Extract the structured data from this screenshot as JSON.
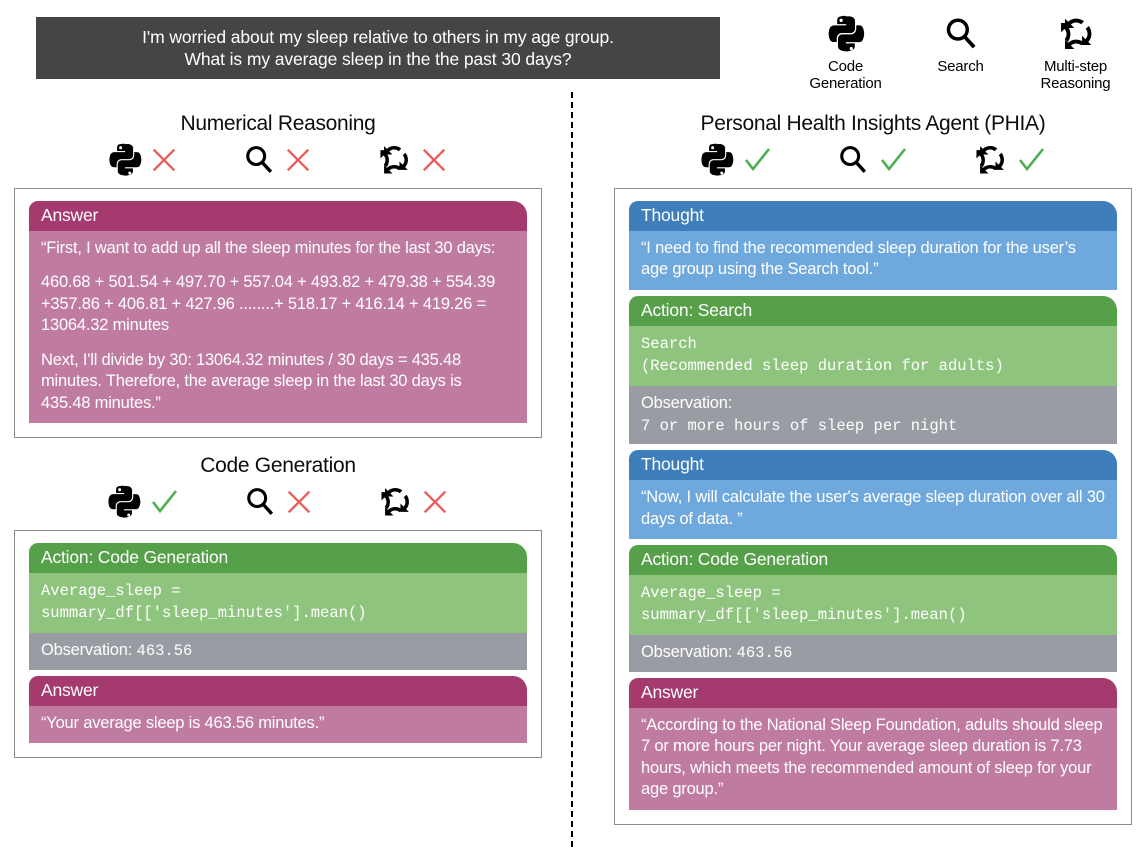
{
  "question": {
    "line1": "I'm worried about my sleep relative to others in my age group.",
    "line2": "What is my average sleep in the the past 30 days?"
  },
  "tool_legend": [
    {
      "icon": "python-icon",
      "label_line1": "Code",
      "label_line2": "Generation"
    },
    {
      "icon": "search-icon",
      "label_line1": "Search",
      "label_line2": ""
    },
    {
      "icon": "multistep-reasoning-icon",
      "label_line1": "Multi-step",
      "label_line2": "Reasoning"
    }
  ],
  "colors": {
    "banner": "#454545",
    "answer_header": "#a43a6e",
    "answer_body": "#c07ba0",
    "thought_header": "#3d7ebb",
    "thought_body": "#6fa8dc",
    "action_header": "#57a04a",
    "action_body": "#8fc47e",
    "observation": "#9a9ca3",
    "check": "#4caf50",
    "cross": "#e8615f"
  },
  "left_column": {
    "numerical_reasoning": {
      "title": "Numerical Reasoning",
      "capabilities": [
        {
          "icon": "python-icon",
          "mark": "cross"
        },
        {
          "icon": "search-icon",
          "mark": "cross"
        },
        {
          "icon": "multistep-reasoning-icon",
          "mark": "cross"
        }
      ],
      "answer": {
        "header": "Answer",
        "para1": "“First, I want to add up all the sleep minutes for the last 30 days:",
        "para2": "460.68 + 501.54 + 497.70 + 557.04 + 493.82 + 479.38 + 554.39 +357.86 + 406.81 + 427.96 ........+ 518.17 + 416.14 + 419.26 = 13064.32 minutes",
        "para3": "Next, I'll divide by 30: 13064.32 minutes / 30 days = 435.48 minutes. Therefore, the average sleep in the last 30 days is 435.48 minutes.”"
      }
    },
    "code_generation": {
      "title": "Code Generation",
      "capabilities": [
        {
          "icon": "python-icon",
          "mark": "check"
        },
        {
          "icon": "search-icon",
          "mark": "cross"
        },
        {
          "icon": "multistep-reasoning-icon",
          "mark": "cross"
        }
      ],
      "action": {
        "header": "Action: Code Generation",
        "code_line1": "Average_sleep =",
        "code_line2": "summary_df[['sleep_minutes'].mean()"
      },
      "observation": {
        "label": "Observation:",
        "value": "463.56"
      },
      "answer": {
        "header": "Answer",
        "text": "“Your average sleep is 463.56 minutes.”"
      }
    }
  },
  "right_column": {
    "title": "Personal Health Insights Agent (PHIA)",
    "capabilities": [
      {
        "icon": "python-icon",
        "mark": "check"
      },
      {
        "icon": "search-icon",
        "mark": "check"
      },
      {
        "icon": "multistep-reasoning-icon",
        "mark": "check"
      }
    ],
    "thought1": {
      "header": "Thought",
      "text": "“I need to find the recommended sleep duration for the user’s age group using the Search tool.”"
    },
    "action_search": {
      "header": "Action: Search",
      "code_line1": "Search",
      "code_line2": "(Recommended sleep duration for adults)",
      "observation_label": "Observation:",
      "observation_value": "7 or more hours of sleep per night"
    },
    "thought2": {
      "header": "Thought",
      "text": "“Now, I will calculate the user's average sleep duration over all 30 days of data. ”"
    },
    "action_code": {
      "header": "Action: Code Generation",
      "code_line1": "Average_sleep =",
      "code_line2": "summary_df[['sleep_minutes'].mean()",
      "observation_label": "Observation:",
      "observation_value": "463.56"
    },
    "answer": {
      "header": "Answer",
      "text": "“According to the National Sleep Foundation, adults should sleep 7 or more hours per night. Your average sleep duration is 7.73 hours, which meets the recommended amount of sleep for your age group.”"
    }
  }
}
